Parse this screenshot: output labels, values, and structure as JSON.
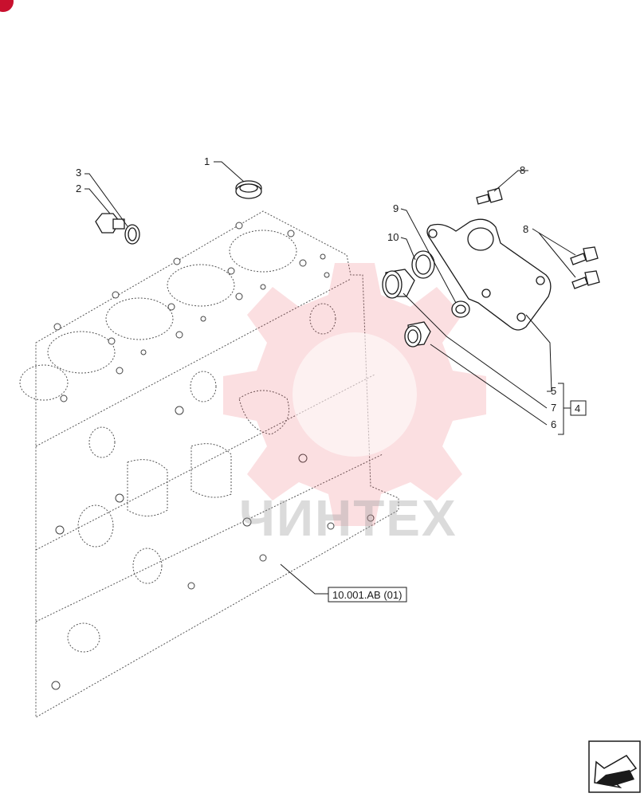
{
  "callouts": {
    "c1": "1",
    "c2": "2",
    "c3": "3",
    "c4": "4",
    "c5": "5",
    "c6": "6",
    "c7": "7",
    "c8a": "8",
    "c8b": "8",
    "c9": "9",
    "c10": "10"
  },
  "reference": "10.001.AB (01)",
  "watermark_text": "ЧИНТЕХ",
  "colors": {
    "line": "#1a1a1a",
    "watermark": "#e83b43",
    "corner_badge": "#c8102e"
  }
}
